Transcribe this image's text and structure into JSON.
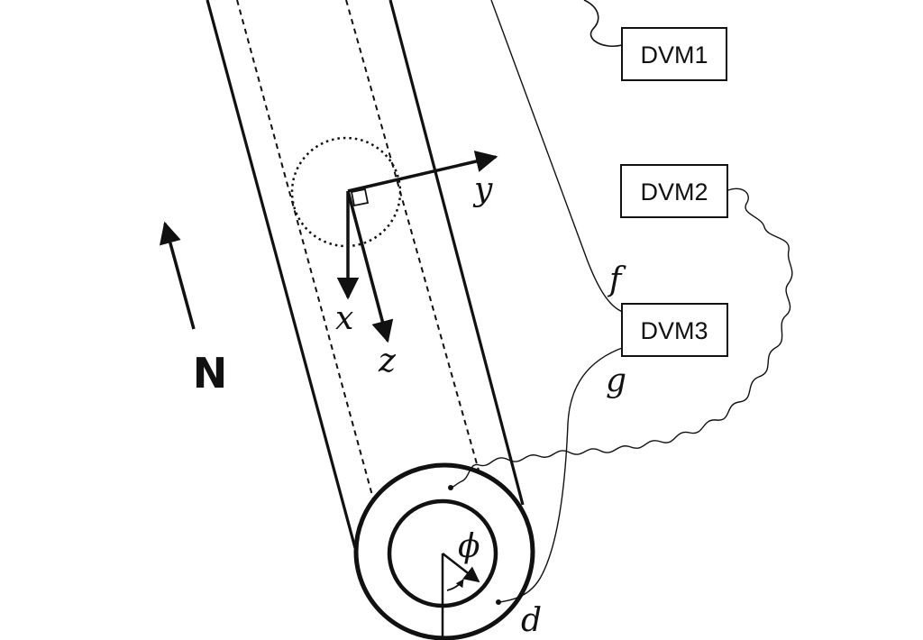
{
  "meters": [
    {
      "label": "DVM1"
    },
    {
      "label": "DVM2"
    },
    {
      "label": "DVM3"
    }
  ],
  "compass": {
    "label": "N"
  },
  "axes": {
    "x": "x",
    "y": "y",
    "z": "z"
  },
  "symbols": {
    "phi": "ϕ",
    "d": "d",
    "f": "f",
    "g": "g"
  },
  "colors": {
    "ink": "#111111",
    "background": "#ffffff"
  }
}
